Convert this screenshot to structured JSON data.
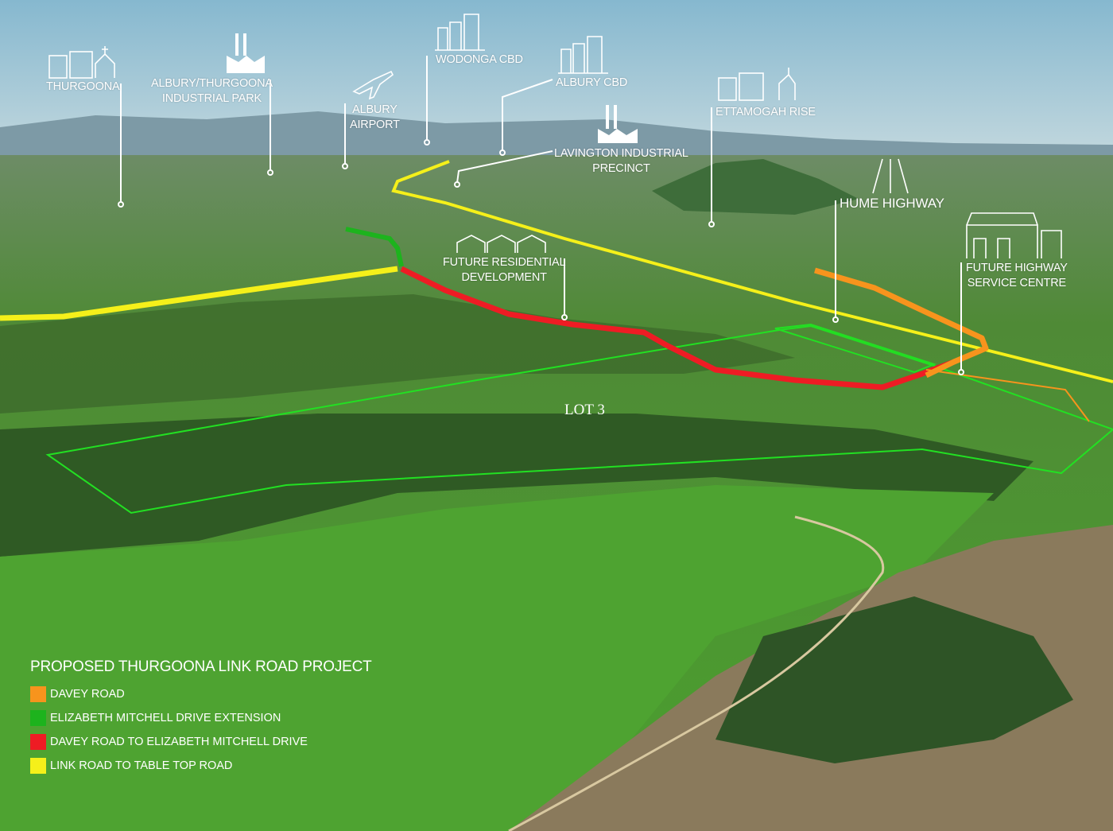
{
  "places": {
    "thurgoona": "THURGOONA",
    "industrial_park_1": "ALBURY/THURGOONA",
    "industrial_park_2": "INDUSTRIAL PARK",
    "airport_1": "ALBURY",
    "airport_2": "AIRPORT",
    "wodonga_cbd": "WODONGA CBD",
    "albury_cbd": "ALBURY CBD",
    "lavington_1": "LAVINGTON INDUSTRIAL",
    "lavington_2": "PRECINCT",
    "ettamogah": "ETTAMOGAH RISE",
    "hume": "HUME HIGHWAY",
    "residential_1": "FUTURE RESIDENTIAL",
    "residential_2": "DEVELOPMENT",
    "service_1": "FUTURE HIGHWAY",
    "service_2": "SERVICE CENTRE"
  },
  "lot_label": "LOT 3",
  "legend": {
    "title": "PROPOSED THURGOONA LINK ROAD PROJECT",
    "items": [
      {
        "label": "DAVEY ROAD",
        "color": "#f7941d"
      },
      {
        "label": "ELIZABETH MITCHELL DRIVE EXTENSION",
        "color": "#1db31d"
      },
      {
        "label": "DAVEY ROAD TO ELIZABETH MITCHELL DRIVE",
        "color": "#ee1c24"
      },
      {
        "label": "LINK ROAD TO TABLE TOP ROAD",
        "color": "#f5f01a"
      }
    ]
  }
}
